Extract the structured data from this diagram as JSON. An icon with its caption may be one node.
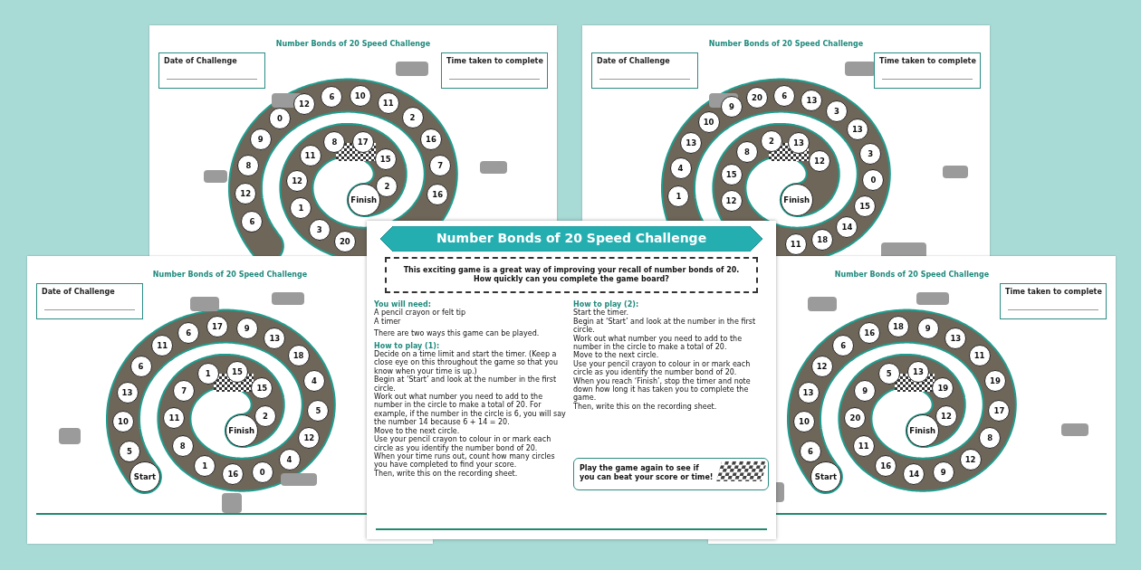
{
  "diagram": {
    "nodes": [
      {
        "text": [
          "Number Bonds of 20 Speed Challenge"
        ]
      },
      {
        "text": [
          "Date of Challenge"
        ],
        "in": 0
      },
      {
        "text": [
          "Time taken to complete"
        ],
        "in": 0
      },
      {
        "text": [
          "6"
        ],
        "in": 0
      },
      {
        "text": [
          "12"
        ],
        "in": 0
      },
      {
        "text": [
          "8"
        ],
        "in": 0
      },
      {
        "text": [
          "9"
        ],
        "in": 0
      },
      {
        "text": [
          "0"
        ],
        "in": 0
      },
      {
        "text": [
          "12"
        ],
        "in": 0
      },
      {
        "text": [
          "6"
        ],
        "in": 0
      },
      {
        "text": [
          "10"
        ],
        "in": 0
      },
      {
        "text": [
          "11"
        ],
        "in": 0
      },
      {
        "text": [
          "2"
        ],
        "in": 0
      },
      {
        "text": [
          "16"
        ],
        "in": 0
      },
      {
        "text": [
          "7"
        ],
        "in": 0
      },
      {
        "text": [
          "16"
        ],
        "in": 0
      },
      {
        "text": [
          "20"
        ],
        "in": 0
      },
      {
        "text": [
          "3"
        ],
        "in": 0
      },
      {
        "text": [
          "1"
        ],
        "in": 0
      },
      {
        "text": [
          "12"
        ],
        "in": 0
      },
      {
        "text": [
          "11"
        ],
        "in": 0
      },
      {
        "text": [
          "8"
        ],
        "in": 0
      },
      {
        "text": [
          "17"
        ],
        "in": 0
      },
      {
        "text": [
          "15"
        ],
        "in": 0
      },
      {
        "text": [
          "2"
        ],
        "in": 0
      },
      {
        "text": [
          "Finish"
        ],
        "in": 0
      },
      {
        "text": [
          "Number Bonds of 20 Speed Challenge"
        ]
      },
      {
        "text": [
          "Date of Challenge"
        ],
        "in": 26
      },
      {
        "text": [
          "Time taken to complete"
        ],
        "in": 26
      },
      {
        "text": [
          "1"
        ],
        "in": 26
      },
      {
        "text": [
          "4"
        ],
        "in": 26
      },
      {
        "text": [
          "13"
        ],
        "in": 26
      },
      {
        "text": [
          "10"
        ],
        "in": 26
      },
      {
        "text": [
          "9"
        ],
        "in": 26
      },
      {
        "text": [
          "20"
        ],
        "in": 26
      },
      {
        "text": [
          "6"
        ],
        "in": 26
      },
      {
        "text": [
          "13"
        ],
        "in": 26
      },
      {
        "text": [
          "3"
        ],
        "in": 26
      },
      {
        "text": [
          "13"
        ],
        "in": 26
      },
      {
        "text": [
          "3"
        ],
        "in": 26
      },
      {
        "text": [
          "0"
        ],
        "in": 26
      },
      {
        "text": [
          "15"
        ],
        "in": 26
      },
      {
        "text": [
          "14"
        ],
        "in": 26
      },
      {
        "text": [
          "18"
        ],
        "in": 26
      },
      {
        "text": [
          "11"
        ],
        "in": 26
      },
      {
        "text": [
          "12"
        ],
        "in": 26
      },
      {
        "text": [
          "15"
        ],
        "in": 26
      },
      {
        "text": [
          "8"
        ],
        "in": 26
      },
      {
        "text": [
          "2"
        ],
        "in": 26
      },
      {
        "text": [
          "13"
        ],
        "in": 26
      },
      {
        "text": [
          "12"
        ],
        "in": 26
      },
      {
        "text": [
          "Finish"
        ],
        "in": 26
      },
      {
        "text": [
          "Number Bonds of 20 Speed Challenge"
        ]
      },
      {
        "text": [
          "Date of Challenge"
        ],
        "in": 52
      },
      {
        "text": [
          "Start"
        ],
        "in": 52
      },
      {
        "text": [
          "5"
        ],
        "in": 52
      },
      {
        "text": [
          "10"
        ],
        "in": 52
      },
      {
        "text": [
          "13"
        ],
        "in": 52
      },
      {
        "text": [
          "6"
        ],
        "in": 52
      },
      {
        "text": [
          "11"
        ],
        "in": 52
      },
      {
        "text": [
          "6"
        ],
        "in": 52
      },
      {
        "text": [
          "17"
        ],
        "in": 52
      },
      {
        "text": [
          "9"
        ],
        "in": 52
      },
      {
        "text": [
          "13"
        ],
        "in": 52
      },
      {
        "text": [
          "18"
        ],
        "in": 52
      },
      {
        "text": [
          "4"
        ],
        "in": 52
      },
      {
        "text": [
          "5"
        ],
        "in": 52
      },
      {
        "text": [
          "12"
        ],
        "in": 52
      },
      {
        "text": [
          "4"
        ],
        "in": 52
      },
      {
        "text": [
          "0"
        ],
        "in": 52
      },
      {
        "text": [
          "16"
        ],
        "in": 52
      },
      {
        "text": [
          "1"
        ],
        "in": 52
      },
      {
        "text": [
          "8"
        ],
        "in": 52
      },
      {
        "text": [
          "11"
        ],
        "in": 52
      },
      {
        "text": [
          "7"
        ],
        "in": 52
      },
      {
        "text": [
          "1"
        ],
        "in": 52
      },
      {
        "text": [
          "15"
        ],
        "in": 52
      },
      {
        "text": [
          "15"
        ],
        "in": 52
      },
      {
        "text": [
          "2"
        ],
        "in": 52
      },
      {
        "text": [
          "Finish"
        ],
        "in": 52
      },
      {
        "text": [
          "Number Bonds of 20 Speed Challenge"
        ]
      },
      {
        "text": [
          "Time taken to complete"
        ],
        "in": 80
      },
      {
        "text": [
          "Start"
        ],
        "in": 80
      },
      {
        "text": [
          "6"
        ],
        "in": 80
      },
      {
        "text": [
          "10"
        ],
        "in": 80
      },
      {
        "text": [
          "13"
        ],
        "in": 80
      },
      {
        "text": [
          "12"
        ],
        "in": 80
      },
      {
        "text": [
          "6"
        ],
        "in": 80
      },
      {
        "text": [
          "16"
        ],
        "in": 80
      },
      {
        "text": [
          "18"
        ],
        "in": 80
      },
      {
        "text": [
          "9"
        ],
        "in": 80
      },
      {
        "text": [
          "13"
        ],
        "in": 80
      },
      {
        "text": [
          "11"
        ],
        "in": 80
      },
      {
        "text": [
          "19"
        ],
        "in": 80
      },
      {
        "text": [
          "17"
        ],
        "in": 80
      },
      {
        "text": [
          "8"
        ],
        "in": 80
      },
      {
        "text": [
          "12"
        ],
        "in": 80
      },
      {
        "text": [
          "9"
        ],
        "in": 80
      },
      {
        "text": [
          "14"
        ],
        "in": 80
      },
      {
        "text": [
          "16"
        ],
        "in": 80
      },
      {
        "text": [
          "11"
        ],
        "in": 80
      },
      {
        "text": [
          "20"
        ],
        "in": 80
      },
      {
        "text": [
          "9"
        ],
        "in": 80
      },
      {
        "text": [
          "5"
        ],
        "in": 80
      },
      {
        "text": [
          "13"
        ],
        "in": 80
      },
      {
        "text": [
          "19"
        ],
        "in": 80
      },
      {
        "text": [
          "12"
        ],
        "in": 80
      },
      {
        "text": [
          "Finish"
        ],
        "in": 80
      },
      {
        "text": [],
        "shape": "box"
      },
      {
        "text": [
          "Number Bonds of 20 Speed Challenge"
        ],
        "in": 108
      },
      {
        "text": [
          "This exciting game is a great way of improving your recall of number bonds of 20. How quickly can you complete the game board?"
        ],
        "in": 108
      },
      {
        "text": [
          "Play the game again to see if you can beat your score or time!"
        ],
        "in": 108
      }
    ],
    "labels": [
      "You will need:",
      "A pencil crayon or felt tip",
      "A timer",
      "There are two ways this game can be played.",
      "How to play (1):",
      "Decide on a time limit and start the timer. (Keep a close eye on this throughout the game so that you know when your time is up.)",
      "Begin at ‘Start’ and look at the number in the first circle.",
      "Work out what number you need to add to the number in the circle to make a total of 20. For example, if the number in the circle is 6, you will say the number 14 because 6 + 14 = 20.",
      "Move to the next circle.",
      "Use your pencil crayon to colour in or mark each circle as you identify the number bond of 20.",
      "When your time runs out, count how many circles you have completed to find your score.",
      "Then, write this on the recording sheet.",
      "How to play (2):",
      "Start the timer.",
      "Begin at ‘Start’ and look at the number in the first circle.",
      "Work out what number you need to add to the number in the circle to make a total of 20.",
      "Move to the next circle.",
      "Use your pencil crayon to colour in or mark each circle as you identify the number bond of 20.",
      "When you reach ‘Finish’, stop the timer and note down how long it has taken you to complete the game.",
      "Then, write this on the recording sheet."
    ]
  }
}
